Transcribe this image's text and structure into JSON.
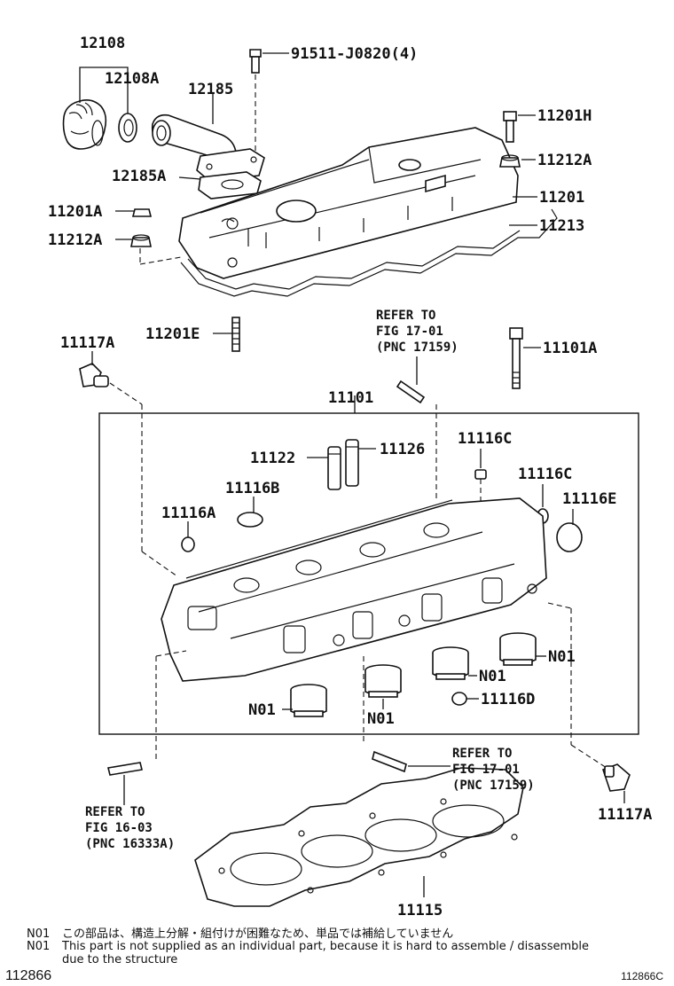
{
  "labels": {
    "p12108": "12108",
    "p12108A": "12108A",
    "p91511": "91511-J0820(4)",
    "p12185": "12185",
    "p12185A": "12185A",
    "p11201H": "11201H",
    "p11212A_r": "11212A",
    "p11201": "11201",
    "p11213": "11213",
    "p11201A": "11201A",
    "p11212A_l": "11212A",
    "p11201E": "11201E",
    "p11101A": "11101A",
    "p11117A_t": "11117A",
    "p11101": "11101",
    "p11122": "11122",
    "p11126": "11126",
    "p11116C_a": "11116C",
    "p11116C_b": "11116C",
    "p11116B": "11116B",
    "p11116E": "11116E",
    "p11116A": "11116A",
    "pN01_r": "N01",
    "pN01_m": "N01",
    "pN01_l": "N01",
    "pN01_c": "N01",
    "p11116D": "11116D",
    "p11117A_b": "11117A",
    "p11115": "11115"
  },
  "refs": {
    "top": [
      "REFER TO",
      "FIG 17-01",
      "(PNC 17159)"
    ],
    "mid": [
      "REFER TO",
      "FIG 17-01",
      "(PNC 17159)"
    ],
    "left": [
      "REFER TO",
      "FIG 16-03",
      "(PNC 16333A)"
    ]
  },
  "notes": {
    "tag1": "N01",
    "jp": "この部品は、構造上分解・組付けが困難なため、単品では補給していません",
    "tag2": "N01",
    "en": "This part is not supplied as an individual part, because it is hard to assemble / disassemble",
    "en2": "due to the structure"
  },
  "footer": {
    "left_id": "112866",
    "right_id": "112866C"
  }
}
